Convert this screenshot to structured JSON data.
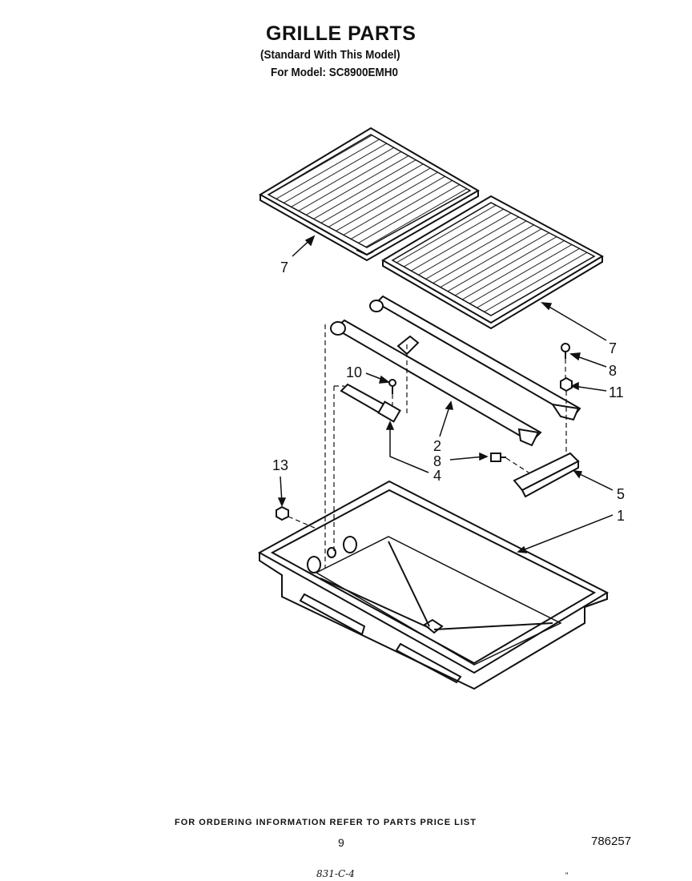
{
  "header": {
    "title": "GRILLE PARTS",
    "subtitle": "(Standard With This Model)",
    "model": "For Model: SC8900EMH0"
  },
  "callouts": {
    "grille_left": "7",
    "grille_right": "7",
    "screw_top": "8",
    "nut": "11",
    "screw_small": "10",
    "element": "2",
    "screw_mid": "8",
    "thermostat": "4",
    "bracket": "5",
    "pan": "1",
    "fastener": "13"
  },
  "footer": {
    "ordering_note": "FOR ORDERING INFORMATION REFER TO PARTS PRICE LIST",
    "page": "9",
    "doc_number": "786257",
    "handwritten": "831-C-4",
    "mark": "“"
  }
}
